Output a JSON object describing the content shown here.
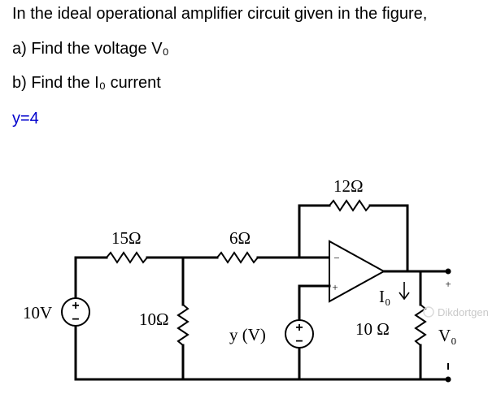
{
  "question": {
    "line1": "In the ideal operational amplifier circuit given in the figure,",
    "line2": "a) Find the voltage V₀",
    "line3": "b) Find the I₀ current",
    "given": "y=4"
  },
  "circuit": {
    "source_10v_label": "10V",
    "r_15_label": "15Ω",
    "r_10_shunt_label": "10Ω",
    "r_6_label": "6Ω",
    "r_12_label": "12Ω",
    "source_y_label": "y (V)",
    "io_label": "I₀",
    "r_10_load_label": "10 Ω",
    "vo_label": "V₀",
    "plus_sign": "+",
    "minus_sign": "−",
    "opamp_plus": "+",
    "opamp_minus": "−",
    "watermark": "Dikdortgen"
  }
}
